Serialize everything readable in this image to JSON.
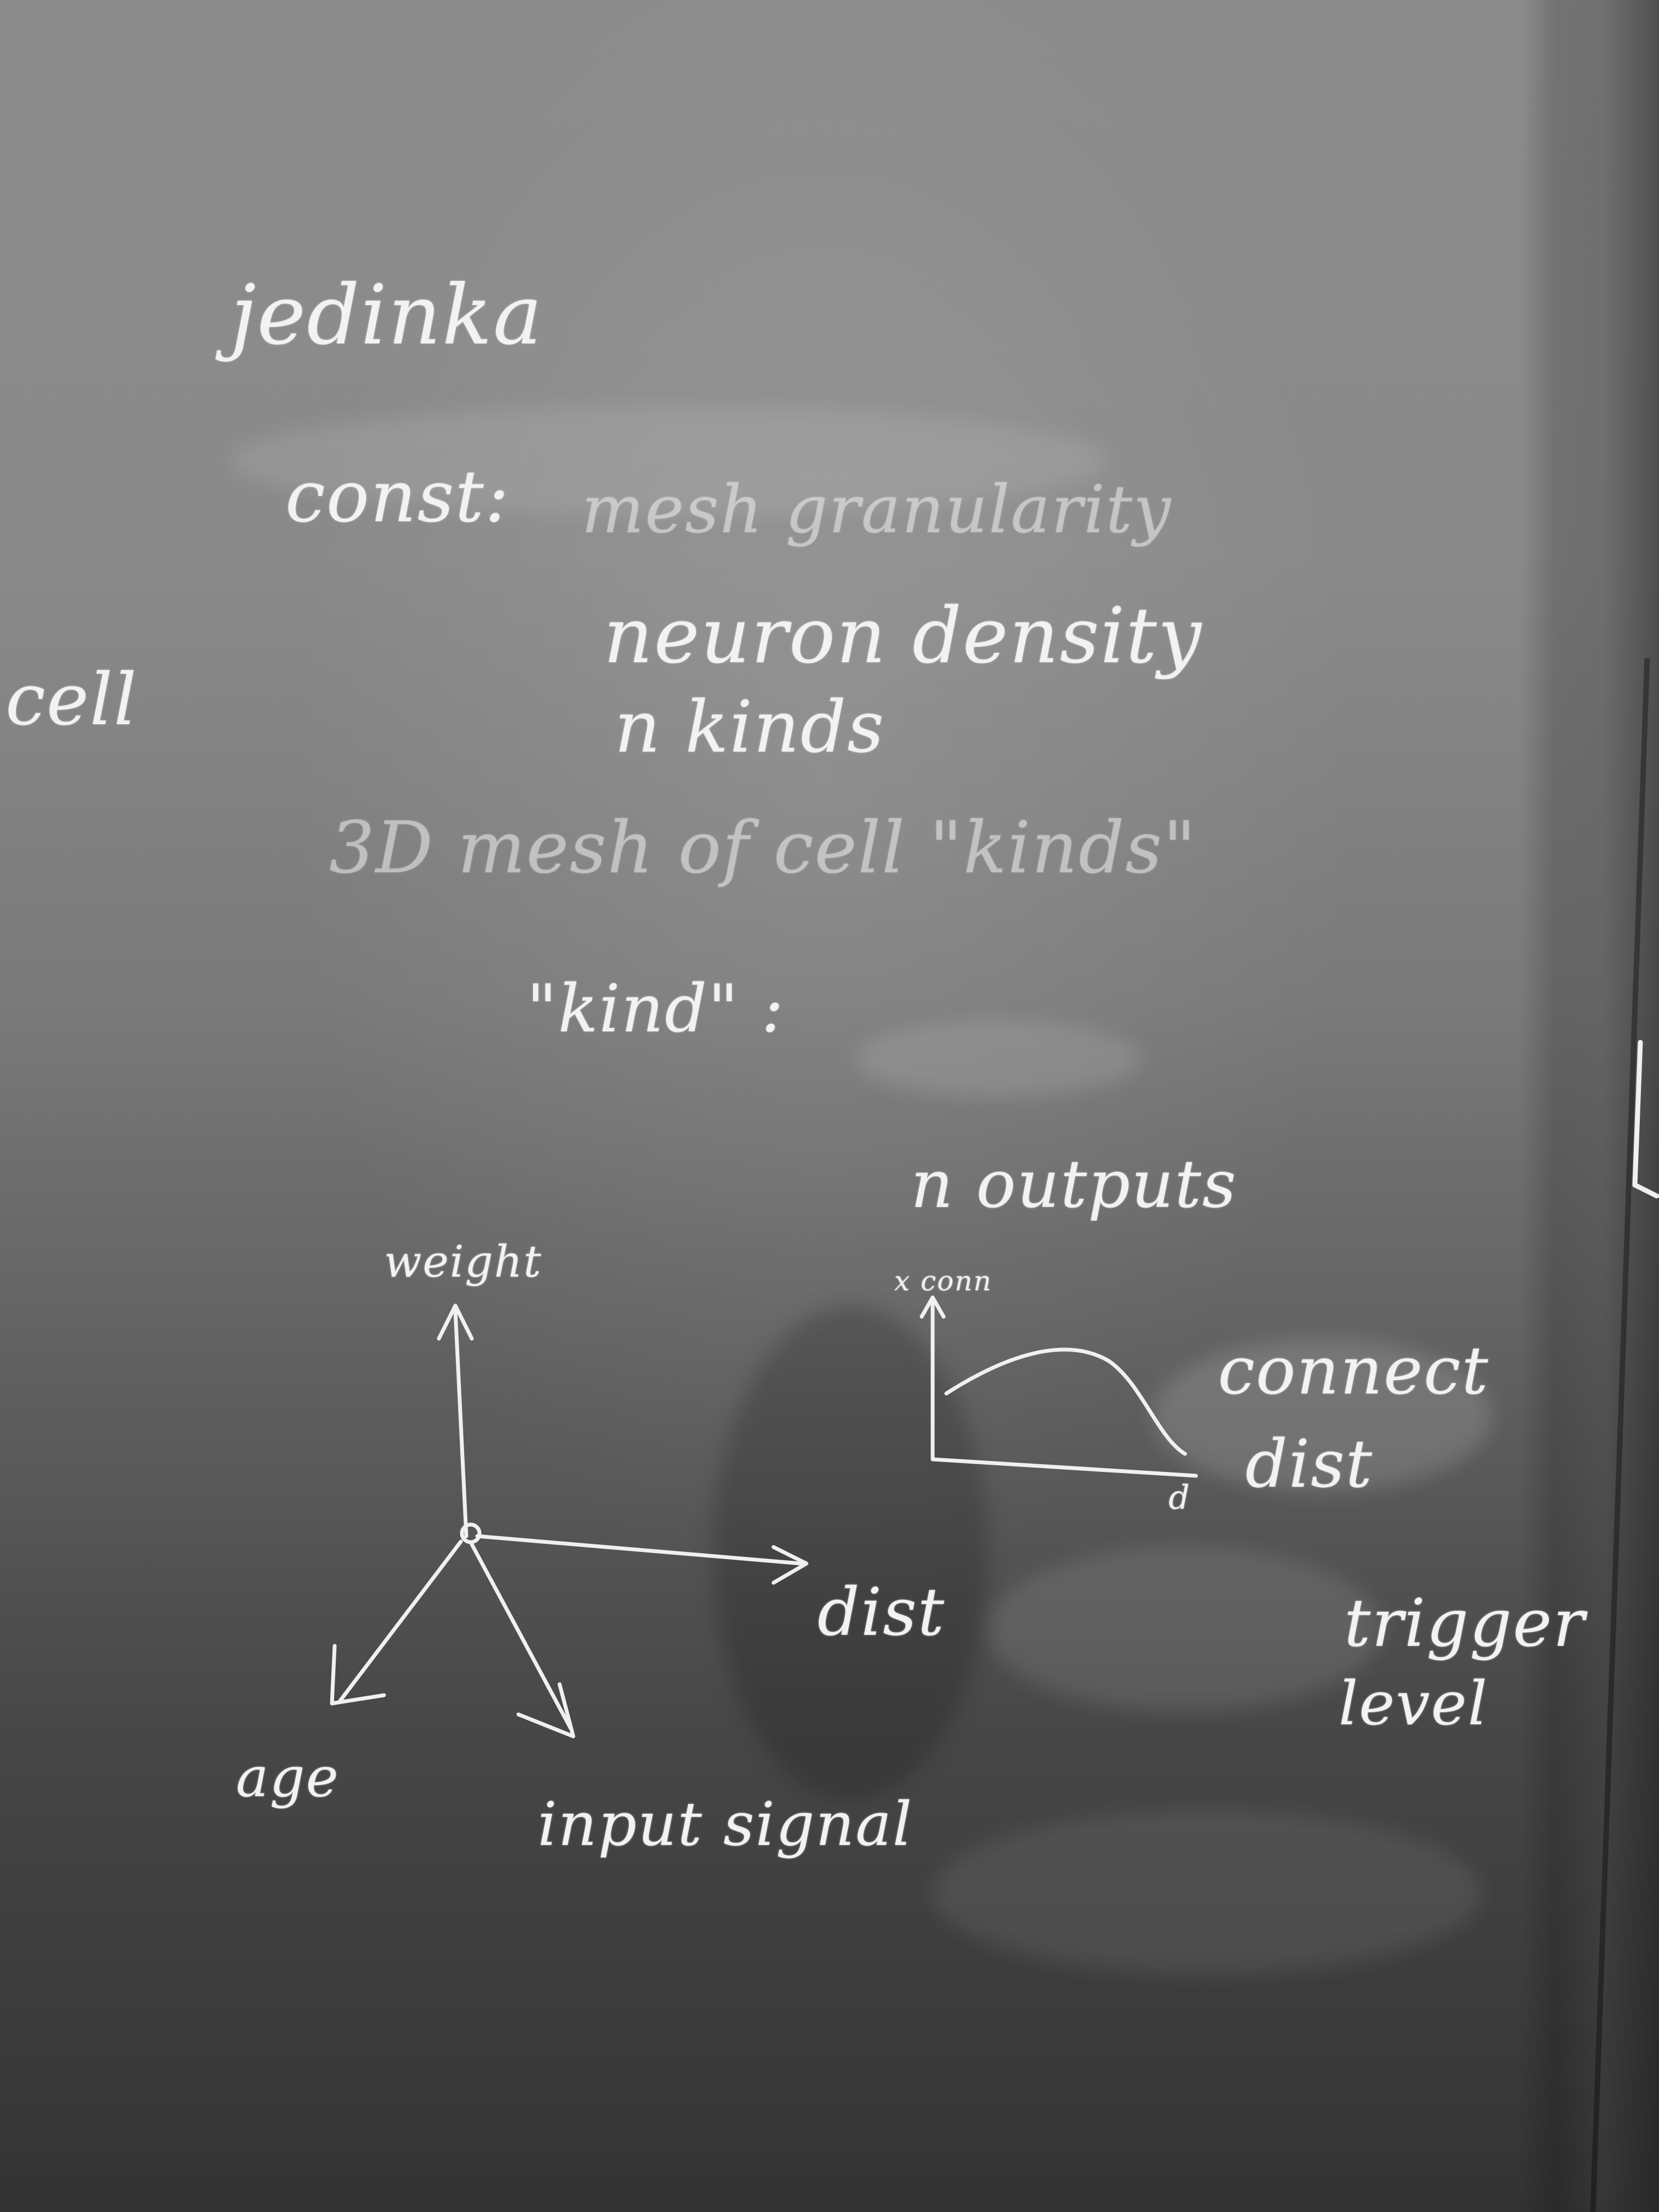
{
  "board": {
    "title": "jedinka",
    "const_label": "const:",
    "const_items": [
      "mesh granularity",
      "neuron density",
      "n kinds"
    ],
    "side_label": "cell",
    "mesh_line": "3D mesh of cell \"kinds\"",
    "kind_label": "\"kind\" :",
    "outputs": "n outputs"
  },
  "axes_sketch": {
    "up_label": "weight",
    "right_label": "dist",
    "left_label": "age",
    "down_label": "input signal"
  },
  "curve_sketch": {
    "y_label": "x conn",
    "x_label": "d",
    "side_label_1": "connect",
    "side_label_2": "dist"
  },
  "trigger": {
    "line1": "trigger",
    "line2": "level"
  }
}
